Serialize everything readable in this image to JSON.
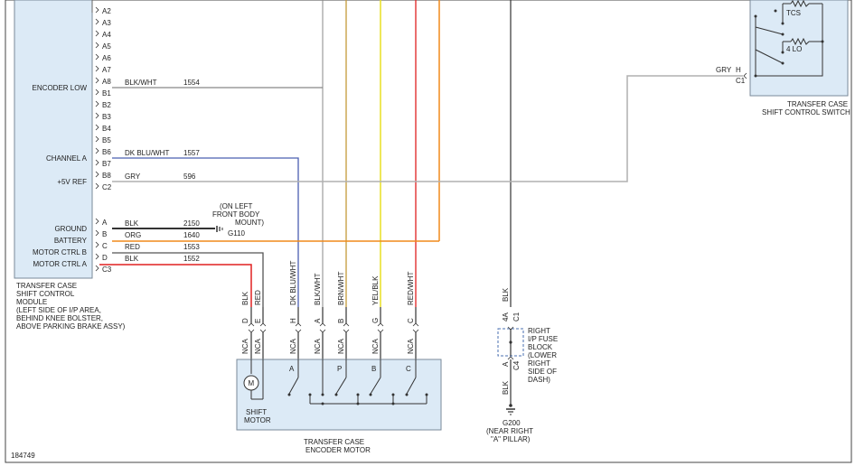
{
  "module": {
    "pins_a": [
      "A2",
      "A3",
      "A4",
      "A5",
      "A6",
      "A7",
      "A8"
    ],
    "pins_b": [
      "B1",
      "B2",
      "B3",
      "B4",
      "B5",
      "B6",
      "B7",
      "B8",
      "C2"
    ],
    "pins_c": [
      "A",
      "B",
      "C",
      "D",
      "C3"
    ],
    "labels": {
      "encoder_low": "ENCODER LOW",
      "channel_a": "CHANNEL A",
      "ref5v": "+5V REF",
      "ground": "GROUND",
      "battery": "BATTERY",
      "motor_b": "MOTOR CTRL B",
      "motor_a": "MOTOR CTRL A"
    },
    "title_lines": [
      "TRANSFER CASE",
      "SHIFT CONTROL",
      "MODULE",
      "(LEFT SIDE OF I/P AREA,",
      "BEHIND KNEE BOLSTER,",
      "ABOVE PARKING BRAKE ASSY)"
    ]
  },
  "wires": {
    "w1554": {
      "color_name": "BLK/WHT",
      "circuit": "1554",
      "color": "#888888"
    },
    "w1557": {
      "color_name": "DK BLU/WHT",
      "circuit": "1557",
      "color": "#4a5fb0"
    },
    "w596": {
      "color_name": "GRY",
      "circuit": "596",
      "color": "#b0b0b0"
    },
    "w2150": {
      "color_name": "BLK",
      "circuit": "2150",
      "color": "#333333"
    },
    "w1640": {
      "color_name": "ORG",
      "circuit": "1640",
      "color": "#f08a1c"
    },
    "w1553": {
      "color_name": "RED",
      "circuit": "1553",
      "color": "#555555"
    },
    "w1552": {
      "color_name": "BLK",
      "circuit": "1552",
      "color": "#e02020"
    }
  },
  "ground_g110": {
    "lines": [
      "(ON LEFT",
      "FRONT BODY",
      "MOUNT)"
    ],
    "label": "G110"
  },
  "vertical_wire_labels": {
    "blk": "BLK",
    "red": "RED",
    "dkbluwht": "DK BLU/WHT",
    "blkwht": "BLK/WHT",
    "brnwht": "BRN/WHT",
    "yelblk": "YEL/BLK",
    "redwht": "RED/WHT",
    "blk_right": "BLK",
    "blk_bottom": "BLK"
  },
  "motor_pins": [
    "D",
    "E",
    "H",
    "A",
    "B",
    "G",
    "C"
  ],
  "nca": "NCA",
  "motor": {
    "switch_labels": [
      "A",
      "P",
      "B",
      "C"
    ],
    "shift_motor_lines": [
      "SHIFT",
      "MOTOR"
    ],
    "symbol": "M",
    "title_lines": [
      "TRANSFER CASE",
      "ENCODER MOTOR"
    ]
  },
  "fuse_block": {
    "pin_top": "4A",
    "conn_top": "C1",
    "pin_bottom": "A",
    "conn_bottom": "C4",
    "lines": [
      "RIGHT",
      "I/P FUSE",
      "BLOCK",
      "(LOWER",
      "RIGHT",
      "SIDE OF",
      "DASH)"
    ]
  },
  "ground_g200": {
    "label": "G200",
    "lines": [
      "(NEAR RIGHT",
      "\"A\" PILLAR)"
    ]
  },
  "switch": {
    "tcs": "TCS",
    "lo4": "4 LO",
    "wire_color": "GRY",
    "pin": "H",
    "conn": "C1",
    "title_lines": [
      "TRANSFER CASE",
      "SHIFT CONTROL SWITCH"
    ]
  },
  "figure_number": "184749"
}
